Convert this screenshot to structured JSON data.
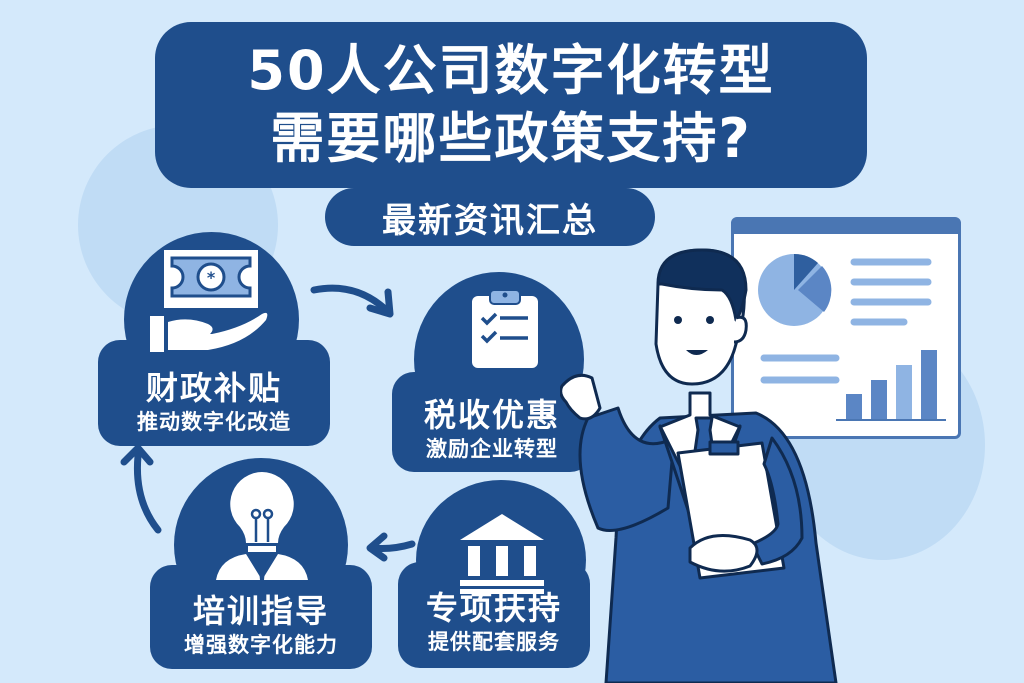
{
  "colors": {
    "background": "#d4e9fb",
    "background_circle": "#c0dcf5",
    "primary": "#1f4e8c",
    "accent_light": "#8fb4e3",
    "accent_mid": "#5b86c5",
    "white": "#ffffff"
  },
  "header": {
    "title_line1": "50人公司数字化转型",
    "title_line2": "需要哪些政策支持?",
    "subtitle": "最新资讯汇总"
  },
  "cards": [
    {
      "id": "fiscal-subsidy",
      "icon": "money-in-hand-icon",
      "title": "财政补贴",
      "subtitle": "推动数字化改造"
    },
    {
      "id": "tax-incentive",
      "icon": "checklist-clipboard-icon",
      "title": "税收优惠",
      "subtitle": "激励企业转型"
    },
    {
      "id": "special-support",
      "icon": "government-building-icon",
      "title": "专项扶持",
      "subtitle": "提供配套服务"
    },
    {
      "id": "training-guidance",
      "icon": "lightbulb-person-icon",
      "title": "培训指导",
      "subtitle": "增强数字化能力"
    }
  ],
  "illustration": {
    "figure": "businessman-presenter",
    "board": {
      "pie_slices": [
        "light",
        "dark",
        "mid"
      ],
      "text_lines": 6,
      "bars": [
        1,
        2,
        3,
        4
      ]
    }
  }
}
